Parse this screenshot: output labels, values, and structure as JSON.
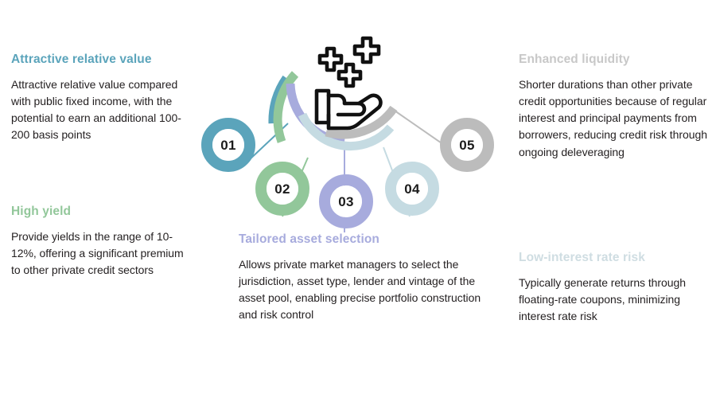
{
  "palette": {
    "teal": "#5ba4bb",
    "green": "#92c79a",
    "purple": "#a7abdd",
    "lightblue": "#c5dbe2",
    "gray": "#bcbcbc",
    "body_text": "#231f20"
  },
  "center_icon": {
    "name": "hand-with-sparkles-icon",
    "stroke": "#111111"
  },
  "nodes": [
    {
      "id": "01",
      "label": "01",
      "color": "#5ba4bb"
    },
    {
      "id": "02",
      "label": "02",
      "color": "#92c79a"
    },
    {
      "id": "03",
      "label": "03",
      "color": "#a7abdd"
    },
    {
      "id": "04",
      "label": "04",
      "color": "#c5dbe2"
    },
    {
      "id": "05",
      "label": "05",
      "color": "#bcbcbc"
    }
  ],
  "blocks": [
    {
      "number": "01",
      "title": "Attractive relative value",
      "title_color": "#5ba4bb",
      "body": "Attractive relative value compared with public fixed income, with the potential to earn an additional 100-200 basis points"
    },
    {
      "number": "02",
      "title": "High yield",
      "title_color": "#92c79a",
      "body": "Provide yields in the range of 10-12%, offering a significant premium to other private credit sectors"
    },
    {
      "number": "03",
      "title": "Tailored asset selection",
      "title_color": "#a7abdd",
      "body": "Allows private market managers to select the jurisdiction, asset type, lender and vintage of the asset pool, enabling precise portfolio construction and risk control"
    },
    {
      "number": "04",
      "title": "Enhanced liquidity",
      "title_color": "#c8c8c8",
      "body": "Shorter durations than other private credit opportunities because of regular interest and principal payments from borrowers, reducing credit risk through ongoing deleveraging"
    },
    {
      "number": "05",
      "title": "Low-interest rate risk",
      "title_color": "#cfdde2",
      "body": "Typically generate returns through floating-rate coupons, minimizing interest rate risk"
    }
  ]
}
